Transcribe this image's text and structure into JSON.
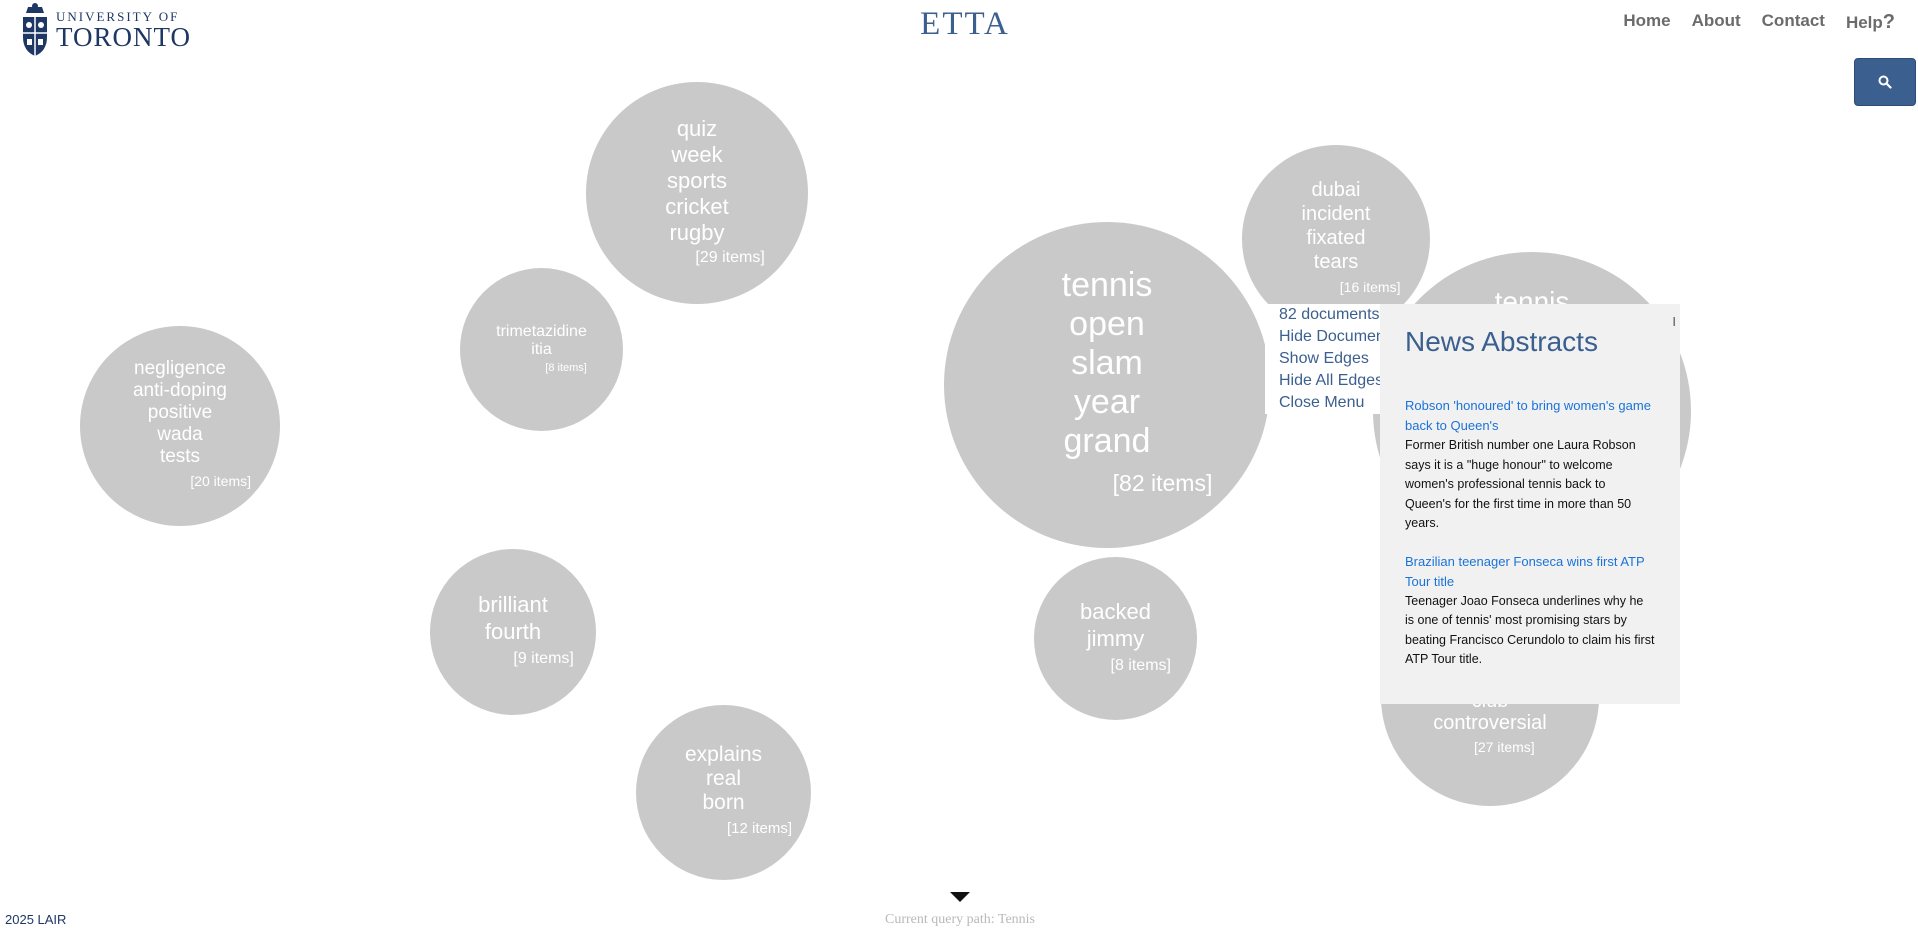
{
  "header": {
    "logo_top": "UNIVERSITY OF",
    "logo_bottom": "TORONTO",
    "title": "ETTA",
    "nav": [
      {
        "label": "Home"
      },
      {
        "label": "About"
      },
      {
        "label": "Contact"
      },
      {
        "label": "Help",
        "suffix": "?"
      }
    ],
    "search_icon": "search-icon"
  },
  "bubbles": [
    {
      "words": [
        "quiz",
        "week",
        "sports",
        "cricket",
        "rugby"
      ],
      "count": "[29 items]"
    },
    {
      "words": [
        "trimetazidine",
        "itia"
      ],
      "count": "[8 items]"
    },
    {
      "words": [
        "negligence",
        "anti-doping",
        "positive",
        "wada",
        "tests"
      ],
      "count": "[20 items]"
    },
    {
      "words": [
        "tennis",
        "open",
        "slam",
        "year",
        "grand"
      ],
      "count": "[82 items]"
    },
    {
      "words": [
        "dubai",
        "incident",
        "fixated",
        "tears"
      ],
      "count": "[16 items]"
    },
    {
      "words": [
        "tennis"
      ],
      "count": ""
    },
    {
      "words": [
        "brilliant",
        "fourth"
      ],
      "count": "[9 items]"
    },
    {
      "words": [
        "backed",
        "jimmy"
      ],
      "count": "[8 items]"
    },
    {
      "words": [
        "explains",
        "real",
        "born"
      ],
      "count": "[12 items]"
    },
    {
      "words": [
        "club",
        "controversial"
      ],
      "count": "[27 items]"
    }
  ],
  "context_menu": [
    "82 documents",
    "Hide Documents",
    "Show Edges",
    "Hide All Edges",
    "Close Menu"
  ],
  "panel": {
    "close": "I",
    "heading": "News Abstracts",
    "articles": [
      {
        "title": "Robson 'honoured' to bring women's game back to Queen's",
        "body": "Former British number one Laura Robson says it is a \"huge honour\" to welcome women's professional tennis back to Queen's for the first time in more than 50 years."
      },
      {
        "title": "Brazilian teenager Fonseca wins first ATP Tour title",
        "body": "Teenager Joao Fonseca underlines why he is one of tennis' most promising stars by beating Francisco Cerundolo to claim his first ATP Tour title."
      }
    ]
  },
  "footer": {
    "copyright": "2025 LAIR",
    "query_path": "Current query path: Tennis"
  }
}
